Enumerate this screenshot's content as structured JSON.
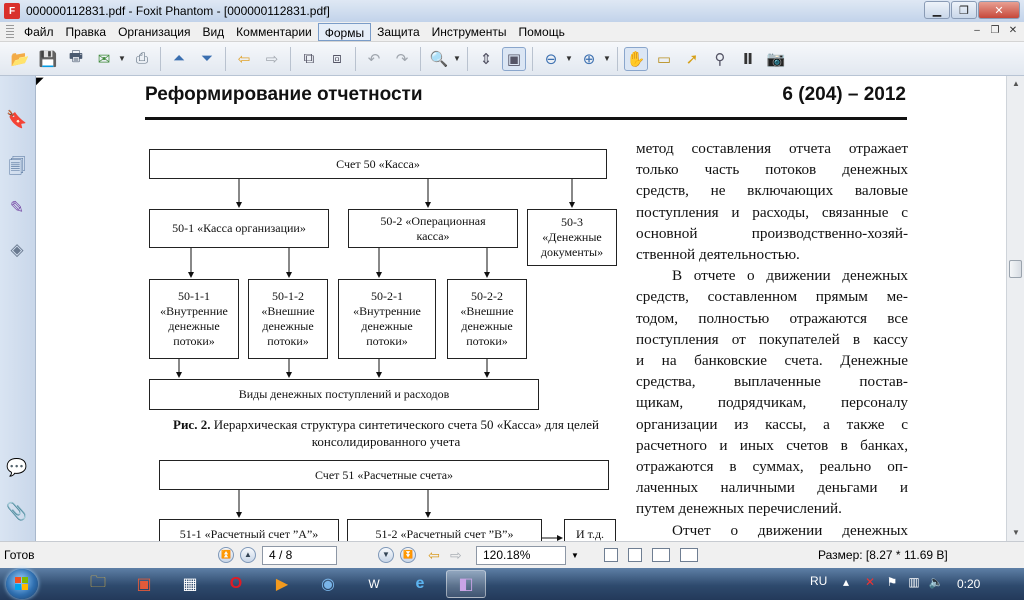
{
  "window": {
    "title": "000000112831.pdf - Foxit Phantom - [000000112831.pdf]",
    "app_icon": "foxit-pdf-icon"
  },
  "menu": {
    "items": [
      "Файл",
      "Правка",
      "Организация",
      "Вид",
      "Комментарии",
      "Формы",
      "Защита",
      "Инструменты",
      "Помощь"
    ],
    "active": "Формы"
  },
  "toolbar": {
    "icons": [
      "open-folder-icon",
      "save-icon",
      "print-icon",
      "email-icon",
      "scan-icon",
      "prev-page-icon",
      "next-page-icon",
      "back-arrow-icon",
      "forward-arrow-icon",
      "extract-pages-icon",
      "insert-pages-icon",
      "undo-icon",
      "redo-icon",
      "zoom-in-tool-icon",
      "fit-page-icon",
      "fit-width-icon",
      "zoom-out-icon",
      "zoom-in-icon",
      "hand-tool-icon",
      "marquee-icon",
      "select-arrow-icon",
      "binoculars-icon",
      "text-select-icon",
      "snapshot-icon"
    ]
  },
  "document": {
    "header_left": "Реформирование отчетности",
    "header_right": "6 (204) – 2012",
    "diagram1": {
      "root": "Счет 50 «Касса»",
      "level2": [
        "50-1 «Касса организации»",
        "50-2 «Операционная касса»",
        "50-3 «Денежные документы»"
      ],
      "level3": [
        "50-1-1 «Внутренние денежные потоки»",
        "50-1-2 «Внешние денежные потоки»",
        "50-2-1 «Внутренние денежные потоки»",
        "50-2-2 «Внешние денежные потоки»"
      ],
      "bottom": "Виды денежных поступлений и расходов"
    },
    "caption_label": "Рис. 2.",
    "caption_text": "Иерархическая структура синтетического счета 50 «Касса» для целей консолидированного учета",
    "diagram2": {
      "root": "Счет 51 «Расчетные счета»",
      "level2": [
        "51-1 «Расчетный счет ”А”»",
        "51-2 «Расчетный счет ”В”»",
        "И т.д."
      ]
    },
    "text_lines": [
      "метод составления отчета отражает",
      "только часть потоков денежных",
      "средств, не включающих валовые",
      "поступления и расходы, связанные с",
      "основной производственно-хозяй-",
      "ственной деятельностью.",
      "В отчете о движении денежных",
      "средств, составленном прямым ме-",
      "тодом, полностью отражаются все",
      "поступления от покупателей в кассу",
      "и на банковские счета. Денежные",
      "средства, выплаченные постав-",
      "щикам, подрядчикам, персоналу",
      "организации из кассы, а также с",
      "расчетного и иных счетов в банках,",
      "отражаются в суммах, реально оп-",
      "лаченных наличными деньгами и",
      "путем денежных перечислений.",
      "Отчет о движении денежных"
    ]
  },
  "status": {
    "ready": "Готов",
    "page": "4 / 8",
    "zoom": "120.18%",
    "size": "Размер: [8.27 * 11.69 В]"
  },
  "taskbar": {
    "lang": "RU",
    "clock": "0:20"
  }
}
